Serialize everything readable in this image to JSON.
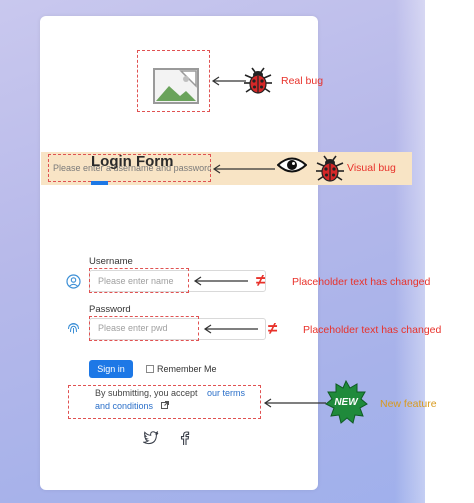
{
  "form": {
    "title": "Login Form",
    "banner_placeholder": "Please enter a username and password",
    "username_label": "Username",
    "username_placeholder": "Please enter name",
    "password_label": "Password",
    "password_placeholder": "Please enter pwd",
    "signin_label": "Sign in",
    "remember_label": "Remember Me",
    "terms_prefix": "By submitting, you accept",
    "terms_link_line1": "our terms",
    "terms_link_line2": "and conditions"
  },
  "annotations": {
    "real_bug": "Real bug",
    "visual_bug": "Visual  bug",
    "placeholder_changed_1": "Placeholder text has changed",
    "placeholder_changed_2": "Placeholder text has changed",
    "new_feature": "New feature",
    "new_badge": "NEW",
    "not_equal_symbol": "≠"
  },
  "colors": {
    "annotation_red": "#e8322b",
    "annotation_orange": "#d89a1e",
    "accent_blue": "#1d78e6",
    "banner_bg": "#f8e4c5"
  }
}
